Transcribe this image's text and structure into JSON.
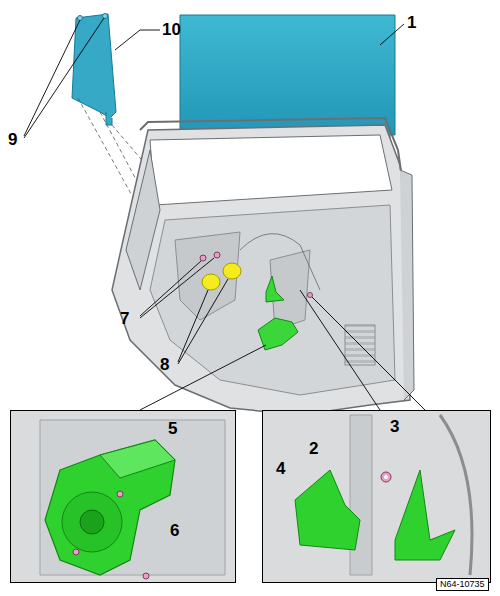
{
  "diagram": {
    "nodes": [
      {
        "text": [
          "5",
          "6"
        ]
      },
      {
        "text": [
          "2",
          "3",
          "4"
        ]
      },
      {
        "text": [
          "N64-10735"
        ]
      }
    ],
    "labels": [
      "1",
      "10",
      "9",
      "7",
      "8"
    ]
  }
}
